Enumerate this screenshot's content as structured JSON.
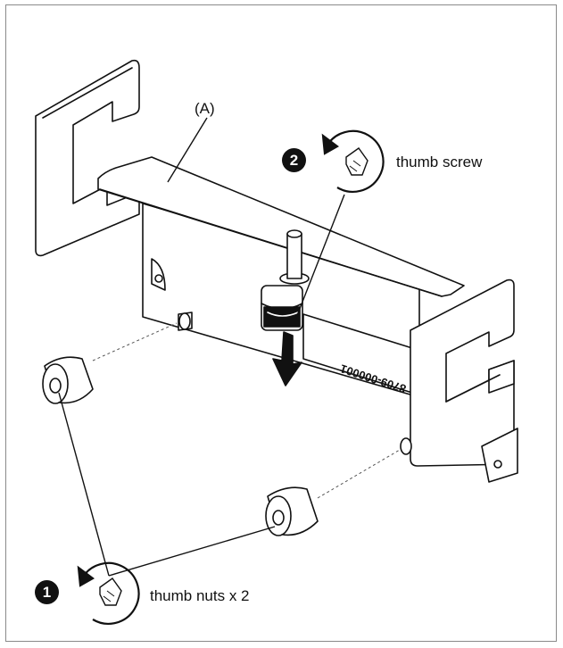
{
  "labels": {
    "part_a": "(A)",
    "thumb_screw": "thumb screw",
    "thumb_nuts": "thumb nuts x 2",
    "serial": "8709-000001"
  },
  "steps": {
    "step1": "1",
    "step2": "2"
  },
  "icons": {
    "rotate_hand": "counterclockwise-rotate-hand-icon",
    "down_arrow": "down-arrow-icon"
  },
  "colors": {
    "line": "#111111",
    "frame": "#8a8a8a",
    "badge": "#111111"
  }
}
